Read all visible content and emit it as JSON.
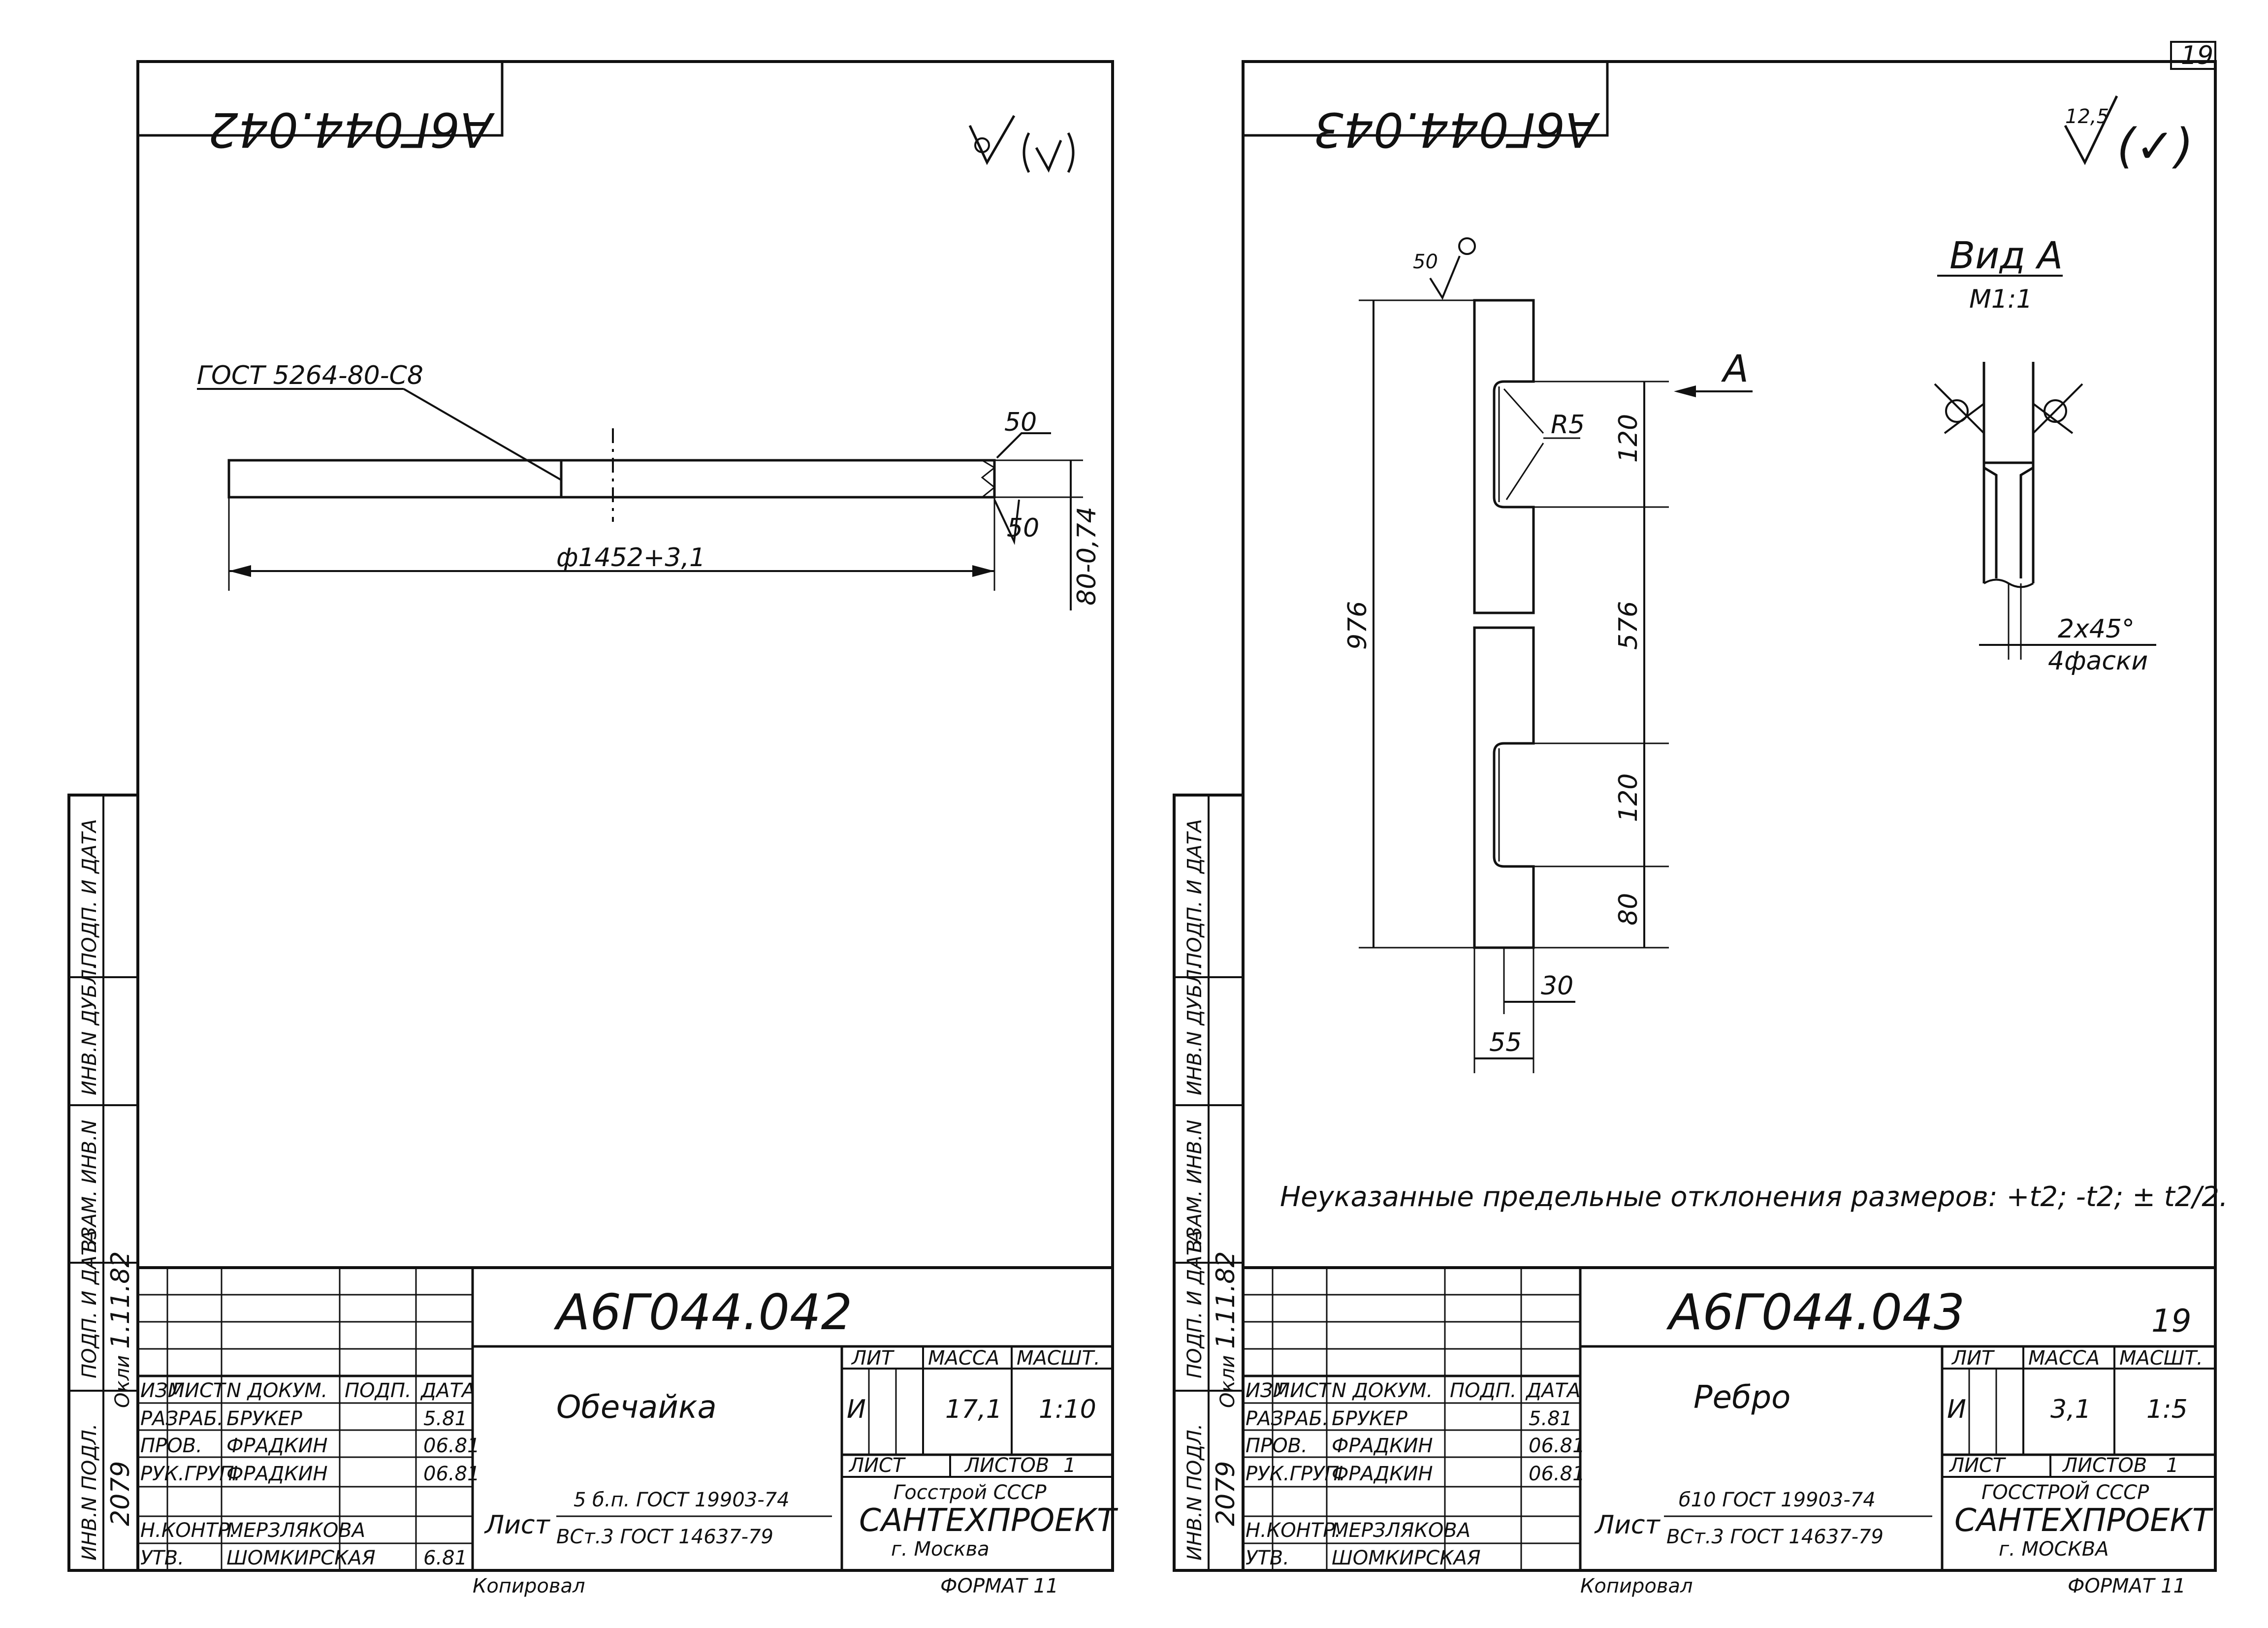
{
  "page_number": "19",
  "margin_labels": {
    "inv_podl": "ИНВ.N ПОДЛ.",
    "podp_data": "ПОДП. И ДАТА",
    "vzam_inv": "ВЗАМ. ИНВ.N",
    "inv_dubl": "ИНВ.N ДУБЛ.",
    "podp_data2": "ПОДП. И ДАТА",
    "inv_number": "2079",
    "date": "1.11.82",
    "signature": "Окли"
  },
  "stamp_labels": {
    "izm": "ИЗМ",
    "list": "ЛИСТ",
    "n_dokum": "N ДОКУМ.",
    "podp": "ПОДП.",
    "data": "ДАТА",
    "razrab": "РАЗРАБ.",
    "prov": "ПРОВ.",
    "ruk_grup": "РУК.ГРУП.",
    "n_kontr": "Н.КОНТР.",
    "utv": "УТВ.",
    "lit": "ЛИТ",
    "massa": "МАССА",
    "masht": "МАСШТ.",
    "list_cell": "ЛИСТ",
    "listov": "ЛИСТОВ",
    "format": "ФОРМАТ 11",
    "list_prefix": "Лист"
  },
  "sheets": [
    {
      "mirrored_code": "А6Г044.042",
      "roughness": "∇(✓)",
      "title_code": "А6Г044.042",
      "name": "Обечайка",
      "lit": "И",
      "mass": "17,1",
      "scale": "1:10",
      "listov": "1",
      "sheet_no": "",
      "material_top": "5 б.п. ГОСТ 19903-74",
      "material_bottom": "ВСт.3 ГОСТ 14637-79",
      "org1": "Госстрой СССР",
      "org2": "САНТЕХПРОЕКТ",
      "org3": "г. Москва",
      "copied_note": "Копировал",
      "staff": {
        "razrab": "БРУКЕР",
        "prov": "ФРАДКИН",
        "ruk_grup": "ФРАДКИН",
        "n_kontr": "МЕРЗЛЯКОВА",
        "utv": "ШОМКИРСКАЯ",
        "d1": "5.81",
        "d2": "06.81",
        "d3": "06.81",
        "d4": "",
        "d5": "6.81"
      },
      "callouts": {
        "gost": "ГОСТ 5264-80-С8",
        "weld_top": "50",
        "weld_bottom": "50",
        "diameter": "ф1452+3,1",
        "height": "80-0,74"
      }
    },
    {
      "mirrored_code": "А6Г044.043",
      "roughness": "12,5",
      "roughness_mark": "(✓)",
      "title_code": "А6Г044.043",
      "sheet_no": "19",
      "name": "Ребро",
      "lit": "И",
      "mass": "3,1",
      "scale": "1:5",
      "listov": "1",
      "material_top": "б10 ГОСТ 19903-74",
      "material_bottom": "ВСт.3 ГОСТ 14637-79",
      "org1": "ГОССТРОЙ СССР",
      "org2": "САНТЕХПРОЕКТ",
      "org3": "г. МОСКВА",
      "copied_note": "Копировал",
      "staff": {
        "razrab": "БРУКЕР",
        "prov": "ФРАДКИН",
        "ruk_grup": "ФРАДКИН",
        "n_kontr": "МЕРЗЛЯКОВА",
        "utv": "ШОМКИРСКАЯ",
        "d1": "5.81",
        "d2": "06.81",
        "d3": "06.81"
      },
      "dims": {
        "surface": "50",
        "r5": "R5",
        "d120a": "120",
        "d576": "576",
        "d120b": "120",
        "d80": "80",
        "d976": "976",
        "d30": "30",
        "d55": "55",
        "arrow_a": "А"
      },
      "view_a": {
        "title": "Вид А",
        "scale": "М1:1",
        "chamfer": "2х45°",
        "chamfer_count": "4фаски"
      },
      "note": "Неуказанные предельные отклонения размеров: +t2; -t2; ± t2/2."
    }
  ]
}
